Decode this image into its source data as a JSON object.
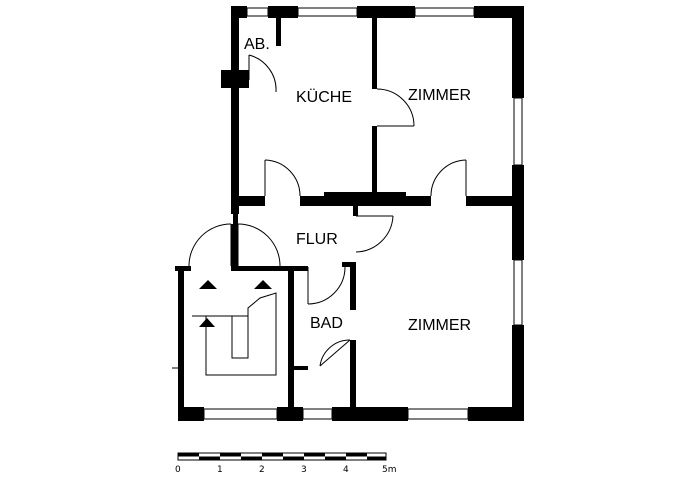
{
  "rooms": {
    "abstell": "AB.",
    "kueche": "KÜCHE",
    "zimmer_top": "ZIMMER",
    "flur": "FLUR",
    "bad": "BAD",
    "zimmer_bottom": "ZIMMER"
  },
  "scale": {
    "ticks": [
      "0",
      "1",
      "2",
      "3",
      "4",
      "5m"
    ]
  },
  "colors": {
    "wall": "#000000",
    "background": "#ffffff"
  }
}
